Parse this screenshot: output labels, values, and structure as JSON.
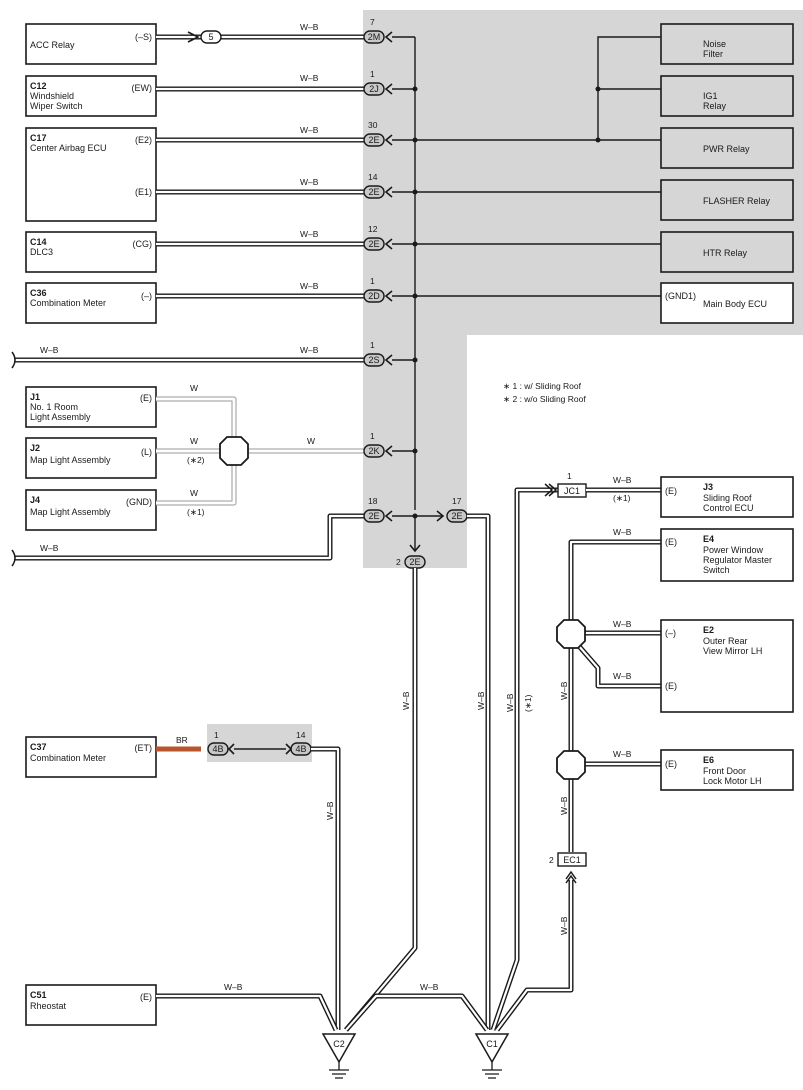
{
  "components": {
    "acc_relay": {
      "name": "ACC Relay",
      "pin": "(–S)"
    },
    "c12": {
      "code": "C12",
      "name1": "Windshield",
      "name2": "Wiper Switch",
      "pin": "(EW)"
    },
    "c17": {
      "code": "C17",
      "name1": "Center Airbag ECU",
      "pin1": "(E2)",
      "pin2": "(E1)"
    },
    "c14": {
      "code": "C14",
      "name1": "DLC3",
      "pin": "(CG)"
    },
    "c36": {
      "code": "C36",
      "name1": "Combination Meter",
      "pin": "(–)"
    },
    "j1": {
      "code": "J1",
      "name1": "No. 1 Room",
      "name2": "Light Assembly",
      "pin": "(E)"
    },
    "j2": {
      "code": "J2",
      "name1": "Map Light Assembly",
      "pin": "(L)",
      "note": "(∗2)"
    },
    "j4": {
      "code": "J4",
      "name1": "Map Light Assembly",
      "pin": "(GND)",
      "note": "(∗1)"
    },
    "c37": {
      "code": "C37",
      "name1": "Combination Meter",
      "pin": "(ET)"
    },
    "c51": {
      "code": "C51",
      "name1": "Rheostat",
      "pin": "(E)"
    },
    "noise_filter": {
      "name1": "Noise",
      "name2": "Filter"
    },
    "ig1_relay": {
      "name1": "IG1",
      "name2": "Relay"
    },
    "pwr_relay": {
      "name1": "PWR Relay"
    },
    "flasher_relay": {
      "name1": "FLASHER Relay"
    },
    "htr_relay": {
      "name1": "HTR Relay"
    },
    "main_body_ecu": {
      "name1": "Main Body ECU",
      "pin": "(GND1)"
    },
    "j3": {
      "code": "J3",
      "name1": "Sliding Roof",
      "name2": "Control ECU",
      "pin": "(E)",
      "note": "(∗1)"
    },
    "e4": {
      "code": "E4",
      "name1": "Power Window",
      "name2": "Regulator Master",
      "name3": "Switch",
      "pin": "(E)"
    },
    "e2": {
      "code": "E2",
      "name1": "Outer Rear",
      "name2": "View Mirror LH",
      "pin1": "(–)",
      "pin2": "(E)"
    },
    "e6": {
      "code": "E6",
      "name1": "Front Door",
      "name2": "Lock Motor LH",
      "pin": "(E)"
    }
  },
  "connectors": {
    "c5": "5",
    "c2m": {
      "label": "2M",
      "pin": "7"
    },
    "c2j": {
      "label": "2J",
      "pin": "1"
    },
    "c2e_30": {
      "label": "2E",
      "pin": "30"
    },
    "c2e_14": {
      "label": "2E",
      "pin": "14"
    },
    "c2e_12": {
      "label": "2E",
      "pin": "12"
    },
    "c2d": {
      "label": "2D",
      "pin": "1"
    },
    "c2s": {
      "label": "2S",
      "pin": "1"
    },
    "c2k": {
      "label": "2K",
      "pin": "1"
    },
    "c2e_18": {
      "label": "2E",
      "pin": "18"
    },
    "c2e_17": {
      "label": "2E",
      "pin": "17"
    },
    "c2e_2": {
      "label": "2E",
      "pin": "2"
    },
    "c4b_1": {
      "label": "4B",
      "pin": "1"
    },
    "c4b_14": {
      "label": "4B",
      "pin": "14"
    },
    "jc1": {
      "label": "JC1",
      "pin": "1"
    },
    "ec1": {
      "label": "EC1",
      "pin": "2"
    }
  },
  "wire_colors": {
    "wb": "W–B",
    "w": "W",
    "br": "BR"
  },
  "notes": {
    "n1": "∗ 1 : w/ Sliding Roof",
    "n2": "∗ 2 : w/o Sliding Roof",
    "sr_note": "(∗1)"
  },
  "grounds": {
    "g1": "C2",
    "g2": "C1"
  },
  "colors": {
    "junction_block": "#d6d6d6",
    "br_wire": "#b8552f",
    "wire": "#1a1a1a"
  }
}
